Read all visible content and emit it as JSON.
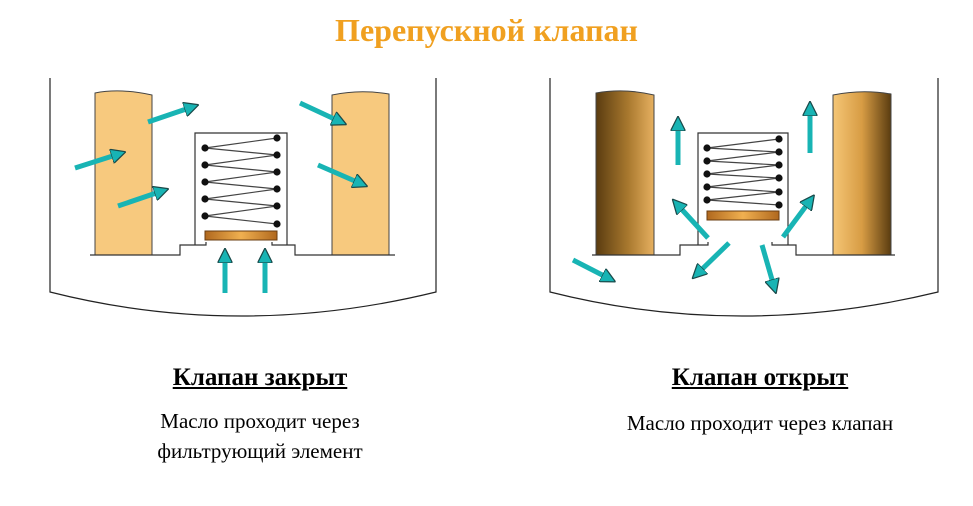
{
  "title": "Перепускной клапан",
  "colors": {
    "title": "#f0a020",
    "filter": "#f7c97e",
    "arrow": "#18b4b4",
    "valve_plate": "#d08a2a"
  },
  "panels": [
    {
      "state": "closed",
      "heading": "Клапан закрыт",
      "description_lines": [
        "Масло проходит через",
        "фильтрующий элемент"
      ]
    },
    {
      "state": "open",
      "heading": "Клапан открыт",
      "description_lines": [
        "Масло проходит через клапан"
      ]
    }
  ]
}
